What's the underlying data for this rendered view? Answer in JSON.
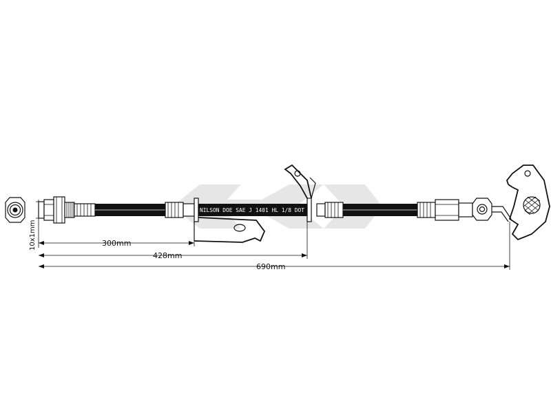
{
  "dimensions": {
    "thread": "10x1mm",
    "length_to_first_bracket": "300mm",
    "length_to_second_bracket": "428mm",
    "total_length": "690mm"
  },
  "hose_marking": "NILSON DOE SAE J 1401 HL 1/8 DOT",
  "colors": {
    "line": "#111111",
    "background": "#ffffff",
    "watermark": "#e6e6e6"
  }
}
